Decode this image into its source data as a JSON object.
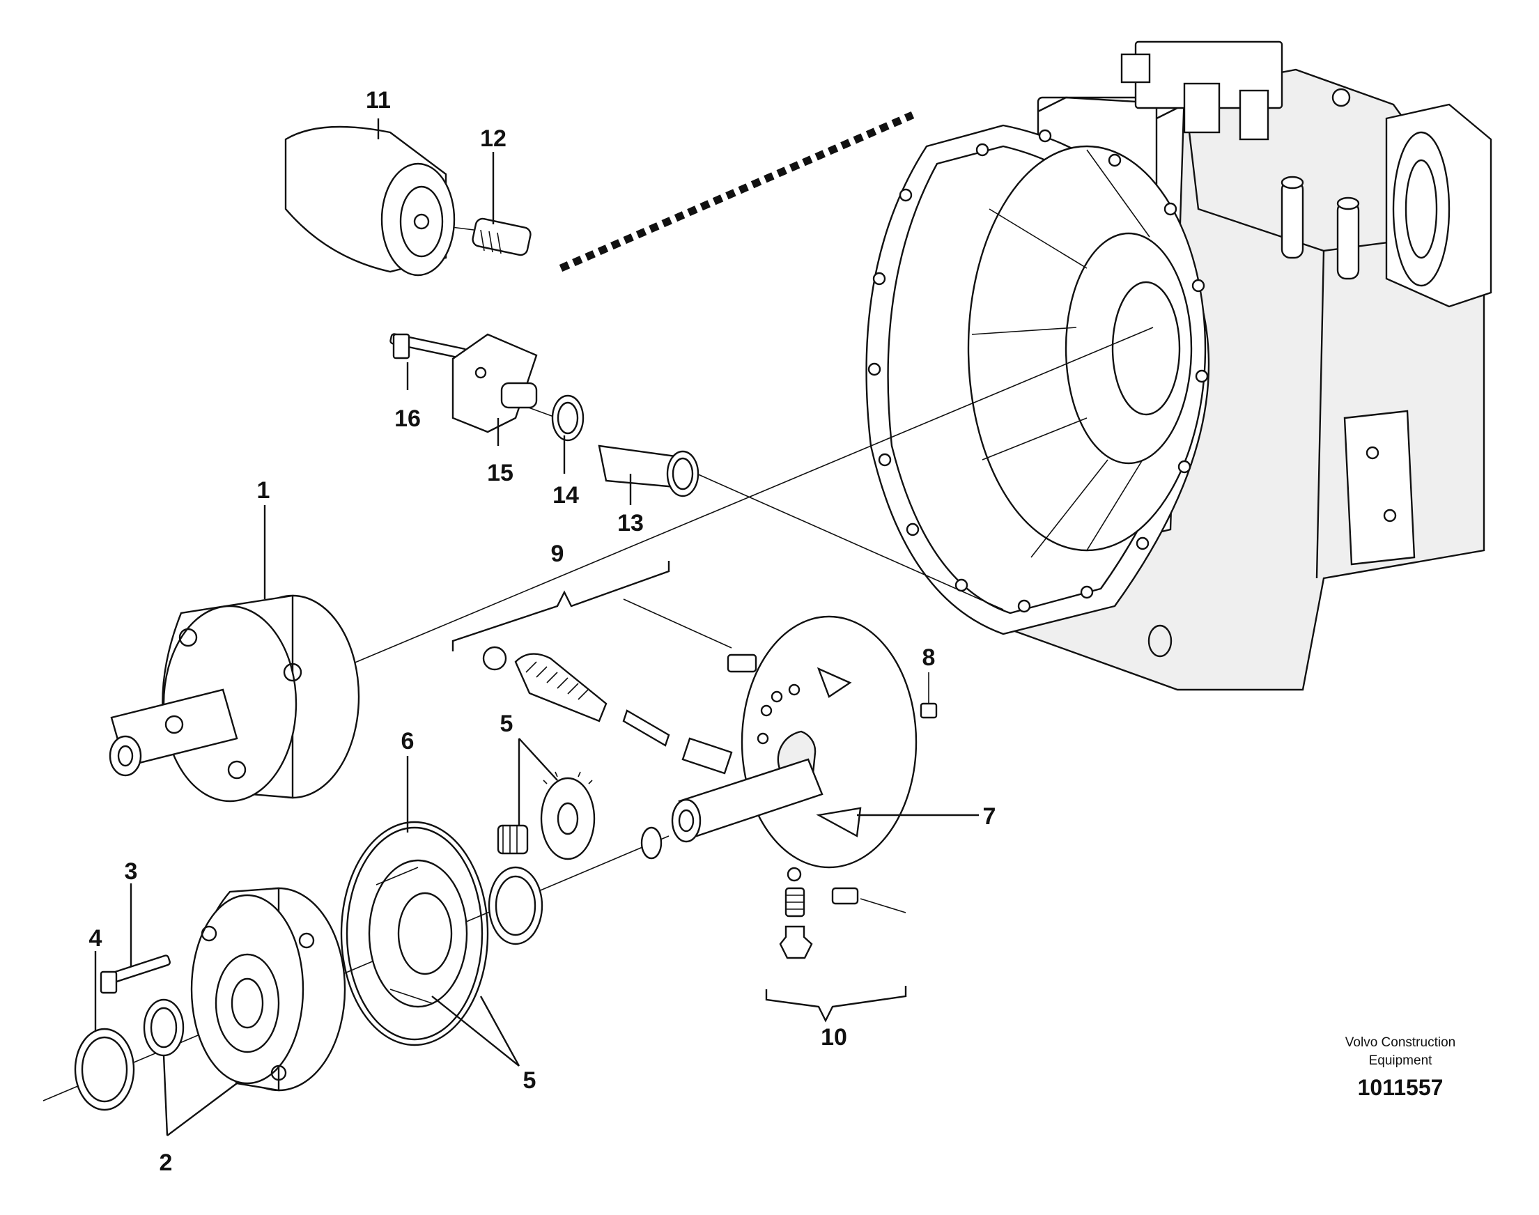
{
  "labels": {
    "p1": "1",
    "p2": "2",
    "p3": "3",
    "p4": "4",
    "p5a": "5",
    "p5b": "5",
    "p6": "6",
    "p7": "7",
    "p8": "8",
    "p9": "9",
    "p10": "10",
    "p11": "11",
    "p12": "12",
    "p13": "13",
    "p14": "14",
    "p15": "15",
    "p16": "16"
  },
  "credit": {
    "line1": "Volvo Construction",
    "line2": "Equipment"
  },
  "doc_number": "1011557"
}
